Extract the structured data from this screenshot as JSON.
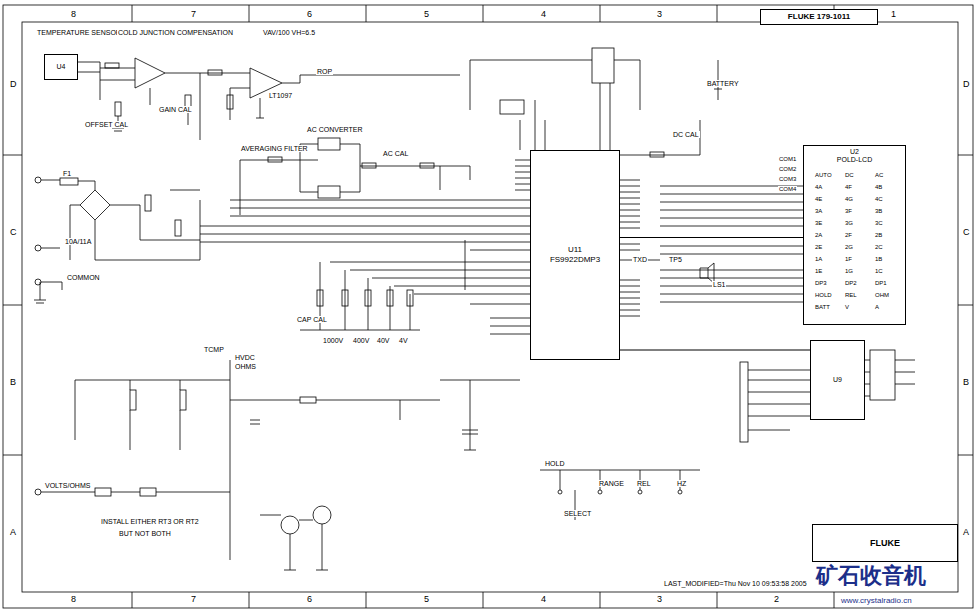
{
  "diagram": {
    "nodes": [
      {
        "text": [
          "U11",
          "FS9922DMP3"
        ]
      },
      {
        "text": [
          "U2",
          "POLD-LCD"
        ]
      },
      {
        "text": [
          "U4"
        ]
      },
      {
        "text": [
          "FLUKE 179-1011"
        ]
      },
      {
        "text": [
          "FLUKE"
        ]
      },
      {
        "text": [
          "U9"
        ]
      }
    ],
    "edges": [
      {
        "from": 0,
        "to": 1,
        "arrow": "none"
      },
      {
        "from": 5,
        "to": 0,
        "arrow": "none"
      }
    ],
    "labels": [
      "8",
      "7",
      "6",
      "5",
      "4",
      "3",
      "1",
      "8",
      "7",
      "6",
      "5",
      "4",
      "3",
      "2",
      "D",
      "C",
      "B",
      "A",
      "D",
      "C",
      "B",
      "A",
      "TEMPERATURE SENSOR",
      "COLD JUNCTION COMPENSATION",
      "VAV/100 VH=6.5",
      "OFFSET CAL",
      "GAIN CAL",
      "LT1097",
      "ROP",
      "AC CONVERTER",
      "AVERAGING FILTER",
      "AC CAL",
      "DC CAL",
      "BATTERY",
      "F1",
      "10A/11A",
      "COMMON",
      "CAP CAL",
      "1000V",
      "400V",
      "40V",
      "4V",
      "TCMP",
      "HVDC",
      "OHMS",
      "VOLTS/OHMS",
      "INSTALL EITHER RT3 OR RT2",
      "BUT NOT BOTH",
      "TXD",
      "TP5",
      "LS1",
      "HOLD",
      "RANGE",
      "REL",
      "HZ",
      "SELECT",
      "LAST_MODIFIED=Thu Nov 10 09:53:58 2005",
      "矿石收音机",
      "www.crystalradio.cn",
      "COM1",
      "COM2",
      "COM3",
      "COM4",
      "AUTO",
      "DC",
      "AC",
      "4A",
      "4F",
      "4B",
      "4E",
      "4G",
      "4C",
      "3A",
      "3F",
      "3B",
      "3E",
      "3G",
      "3C",
      "2A",
      "2F",
      "2B",
      "2E",
      "2G",
      "2C",
      "1A",
      "1F",
      "1B",
      "1E",
      "1G",
      "1C",
      "DP3",
      "DP2",
      "DP1",
      "HOLD",
      "REL",
      "OHM",
      "BATT",
      "V",
      "A"
    ]
  }
}
